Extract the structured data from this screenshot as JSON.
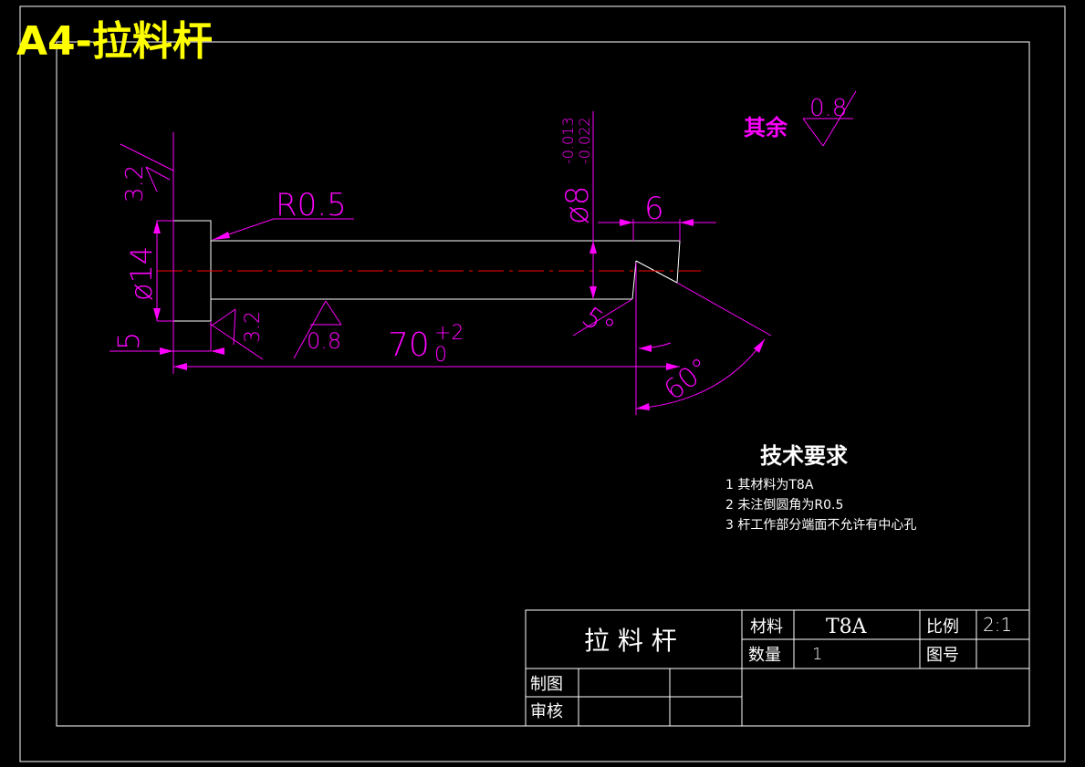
{
  "sheet_title": "A4-拉料杆",
  "surface_roughness_rest": {
    "label": "其余",
    "value": "0.8"
  },
  "dimensions": {
    "radius": "R0.5",
    "diameter_head": "ø14",
    "diameter_rod": "ø8",
    "diameter_rod_tol_upper": "-0.013",
    "diameter_rod_tol_lower": "-0.022",
    "roughness_head": "3.2",
    "roughness_shoulder": "3.2",
    "roughness_rod": "0.8",
    "head_length": "5",
    "rod_length": "70",
    "rod_length_tol_upper": "+2",
    "rod_length_tol_lower": "0",
    "tip_length": "6",
    "angle_small": "5°",
    "angle_large": "60°"
  },
  "tech_requirements": {
    "heading": "技术要求",
    "items": [
      "1 其材料为T8A",
      "2 未注倒圆角为R0.5",
      "3 杆工作部分端面不允许有中心孔"
    ]
  },
  "title_block": {
    "part_name": "拉 料 杆",
    "material_label": "材料",
    "material_value": "T8A",
    "scale_label": "比例",
    "scale_value": "2:1",
    "quantity_label": "数量",
    "quantity_value": "1",
    "drawing_no_label": "图号",
    "drawing_no_value": "",
    "drawn_by_label": "制图",
    "checked_by_label": "审核"
  },
  "colors": {
    "background": "#000000",
    "outline": "#ffffff",
    "dimension": "#ff00ff",
    "centerline": "#ff0000",
    "title": "#ffff00"
  }
}
